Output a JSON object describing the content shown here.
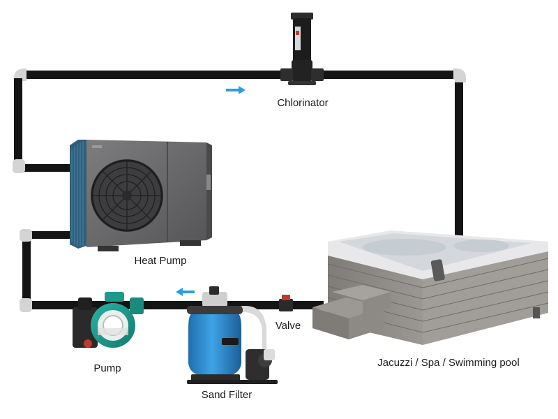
{
  "labels": {
    "chlorinator": "Chlorinator",
    "heat_pump": "Heat Pump",
    "pump": "Pump",
    "sand_filter": "Sand Filter",
    "valve": "Valve",
    "pool": "Jacuzzi / Spa / Swimming pool"
  },
  "colors": {
    "pipe": "#141414",
    "pipe_joint": "#d4d4d4",
    "flow_arrow": "#2a9ee0",
    "heat_pump_body": "#6c6c6e",
    "heat_pump_coil": "#2f5f7a",
    "pump_body": "#1d9a8c",
    "filter_tank": "#2e8fd4",
    "spa_shell": "#f3f3f4",
    "spa_cabinet": "#8a8682"
  },
  "icons": [
    "flow-arrow-right",
    "flow-arrow-left"
  ]
}
